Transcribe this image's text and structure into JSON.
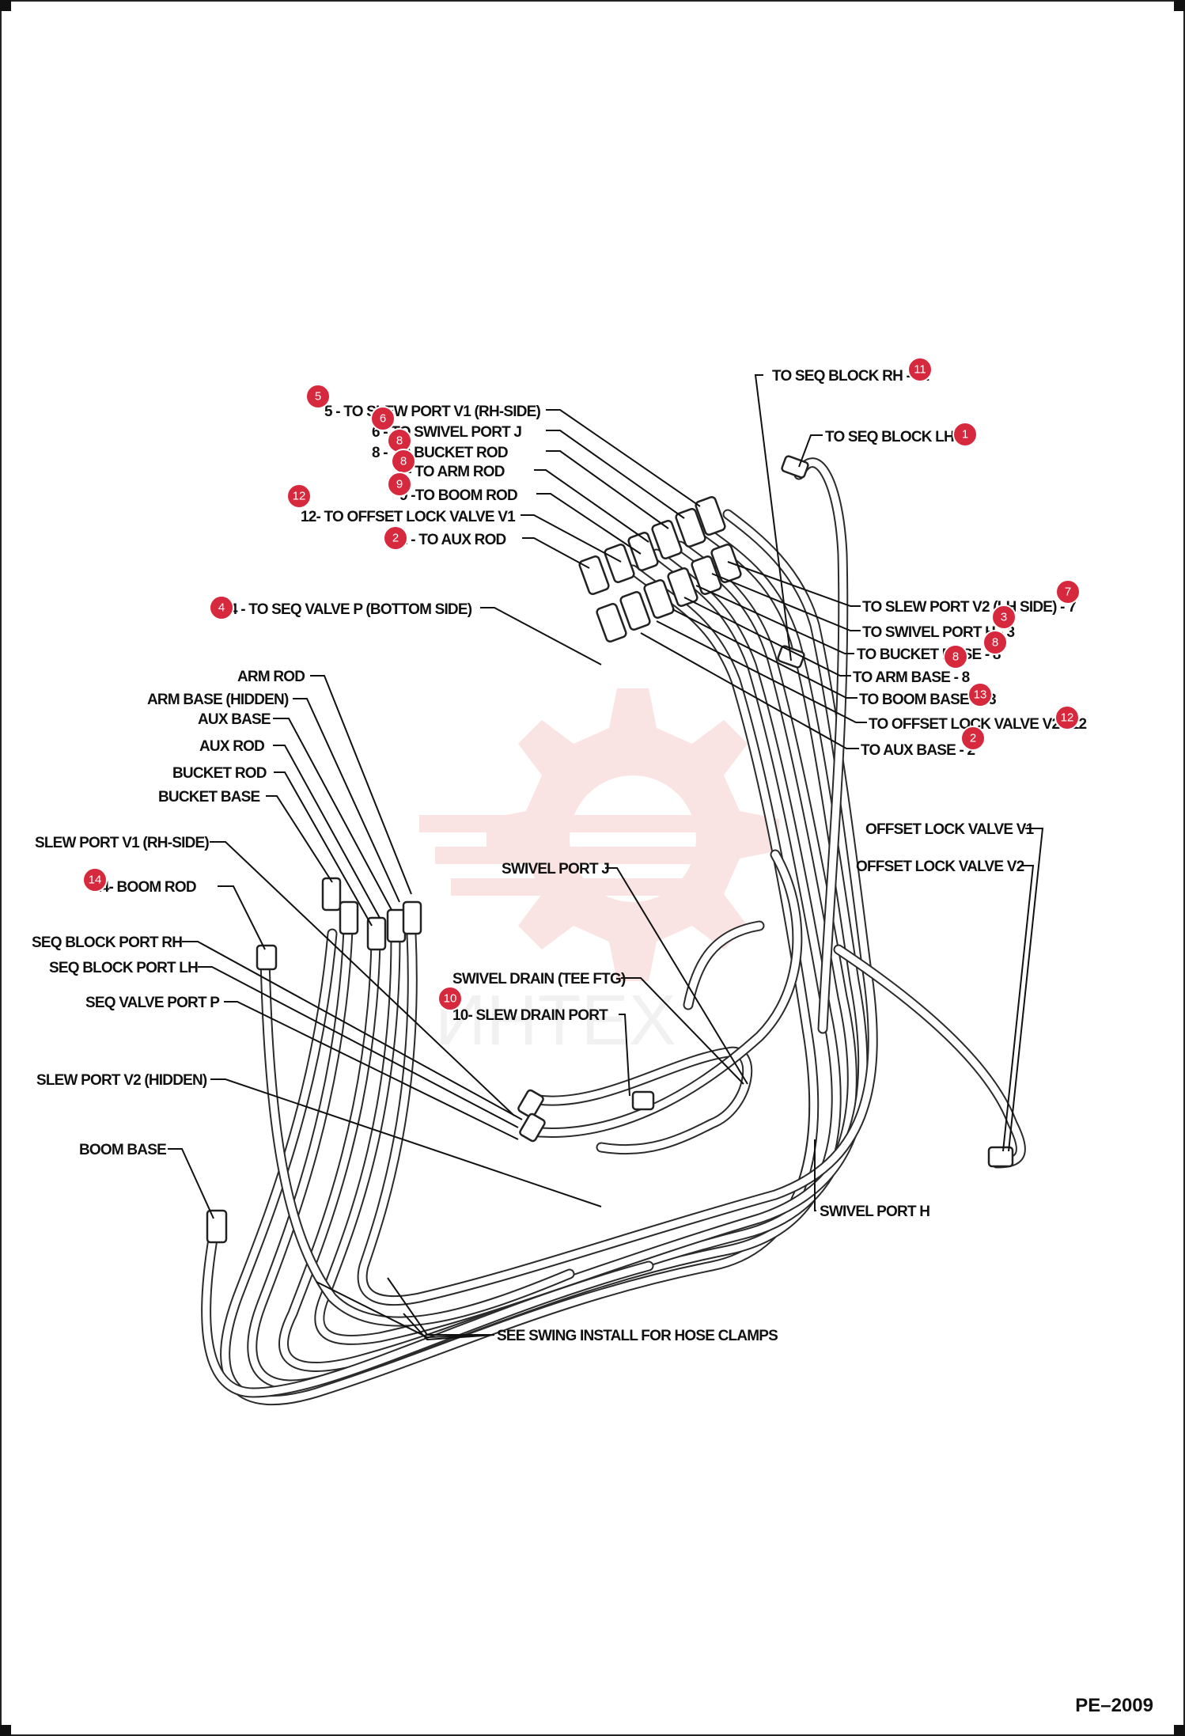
{
  "page_code": "PE–2009",
  "watermark_text": "ИНТЕХ",
  "colors": {
    "badge": "#d6293e",
    "line": "#111111",
    "watermark": "#e03030"
  },
  "labels_left_top": [
    "5 - TO SLEW PORT V1 (RH-SIDE)",
    "6 - TO SWIVEL PORT J",
    "8 - TO BUCKET ROD",
    "3 - TO ARM ROD",
    "9 -TO BOOM ROD",
    "12- TO OFFSET LOCK VALVE V1",
    "2 - TO AUX ROD",
    "4 - TO SEQ VALVE P (BOTTOM SIDE)"
  ],
  "labels_right_top": [
    "TO SEQ BLOCK RH - 11",
    "TO SEQ BLOCK LH - 1",
    "TO SLEW PORT V2 (LH SIDE) - 7",
    "TO SWIVEL PORT H - 3",
    "TO BUCKET BASE - 8",
    "TO ARM BASE - 8",
    "TO BOOM BASE - 13",
    "TO OFFSET LOCK VALVE V2 - 12",
    "TO AUX BASE - 2"
  ],
  "labels_left_stack": [
    "ARM ROD",
    "ARM BASE (HIDDEN)",
    "AUX BASE",
    "AUX ROD",
    "BUCKET ROD",
    "BUCKET BASE",
    "SLEW PORT V1 (RH-SIDE)",
    "14- BOOM ROD",
    "SEQ BLOCK PORT RH",
    "SEQ BLOCK PORT LH",
    "SEQ VALVE PORT P",
    "SLEW PORT V2 (HIDDEN)",
    "BOOM BASE"
  ],
  "labels_other": {
    "swivel_port_j": "SWIVEL PORT J",
    "swivel_drain": "SWIVEL DRAIN (TEE FTG)",
    "slew_drain": "10- SLEW DRAIN PORT",
    "swivel_port_h": "SWIVEL PORT H",
    "hose_clamps": "SEE SWING INSTALL FOR HOSE CLAMPS",
    "offset_v1": "OFFSET LOCK VALVE V1",
    "offset_v2": "OFFSET LOCK VALVE V2"
  },
  "badges": [
    "5",
    "6",
    "8",
    "8",
    "9",
    "12",
    "2",
    "4",
    "11",
    "1",
    "7",
    "3",
    "8",
    "8",
    "13",
    "12",
    "2",
    "14",
    "10"
  ]
}
